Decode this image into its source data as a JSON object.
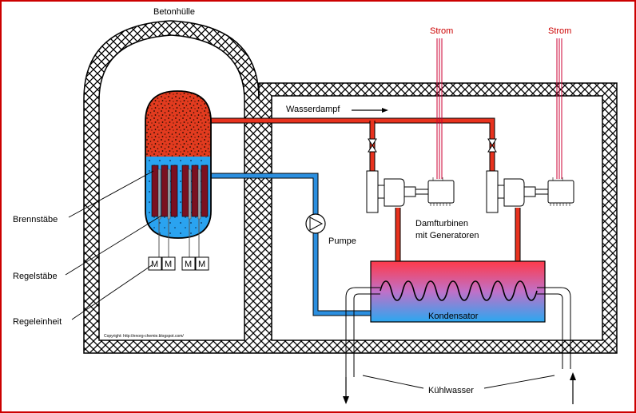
{
  "labels": {
    "concrete_shell": "Betonhülle",
    "steam": "Wasserdampf",
    "power_left": "Strom",
    "power_right": "Strom",
    "fuel_rods": "Brennstäbe",
    "control_rods": "Regelstäbe",
    "control_unit": "Regeleinheit",
    "pump": "Pumpe",
    "turbines_line1": "Damfturbinen",
    "turbines_line2": "mit Generatoren",
    "condenser": "Kondensator",
    "cooling_water": "Kühlwasser",
    "motor_label": "M",
    "copyright": "Copyright: http://enorg-chemie.blogspot.com/"
  },
  "colors": {
    "steam_pipe": "#e8321e",
    "water_pipe": "#2b8fe0",
    "vessel_water": "#2aa3f0",
    "vessel_steam": "#e23b1f",
    "condenser_top": "#ff3a4a",
    "condenser_bottom": "#2aa8f0",
    "power_line": "#cc0033",
    "wall_hatch": "#000000"
  }
}
